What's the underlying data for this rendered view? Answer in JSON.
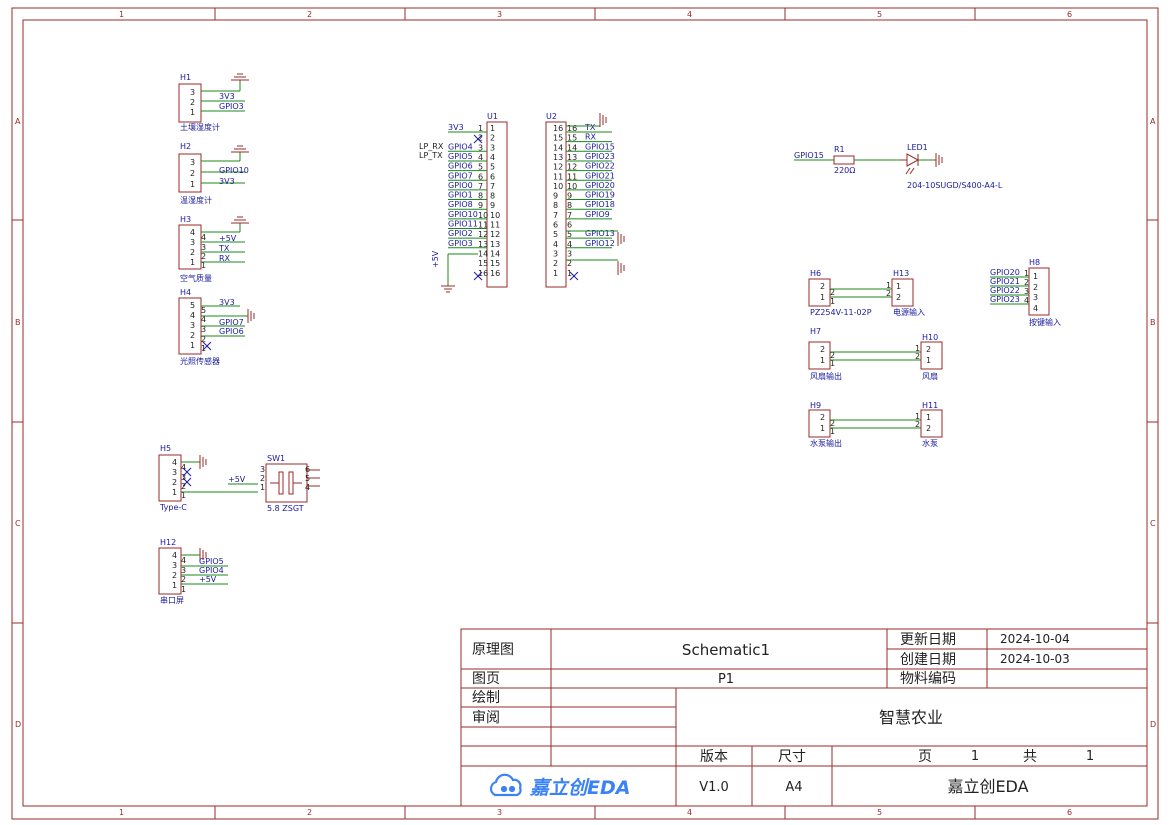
{
  "sheet": {
    "zones_cols": [
      "1",
      "2",
      "3",
      "4",
      "5",
      "6"
    ],
    "zones_rows": [
      "A",
      "B",
      "C",
      "D"
    ]
  },
  "components": {
    "H1": {
      "ref": "H1",
      "label": "土壤湿度计",
      "pins": [
        "3",
        "2",
        "1"
      ],
      "nets": [
        "3V3",
        "GPIO3"
      ]
    },
    "H2": {
      "ref": "H2",
      "label": "温湿度计",
      "pins": [
        "3",
        "2",
        "1"
      ],
      "nets": [
        "GPIO10",
        "3V3"
      ]
    },
    "H3": {
      "ref": "H3",
      "label": "空气质量",
      "pins": [
        "4",
        "3",
        "2",
        "1"
      ],
      "pin_nums": [
        "4",
        "3",
        "2",
        "1"
      ],
      "nets": [
        "+5V",
        "TX",
        "RX"
      ]
    },
    "H4": {
      "ref": "H4",
      "label": "光照传感器",
      "pins": [
        "5",
        "4",
        "3",
        "2",
        "1"
      ],
      "pin_nums": [
        "5",
        "4",
        "3",
        "2",
        "1"
      ],
      "nets": [
        "3V3",
        "GPIO7",
        "GPIO6"
      ]
    },
    "H5": {
      "ref": "H5",
      "label": "Type-C",
      "pins": [
        "4",
        "3",
        "2",
        "1"
      ],
      "pin_nums": [
        "4",
        "3",
        "2",
        "1"
      ],
      "nets": [
        "+5V"
      ]
    },
    "SW1": {
      "ref": "SW1",
      "label": "5.8 ZSGT",
      "left": [
        "3",
        "2",
        "1"
      ],
      "right": [
        "6",
        "5",
        "4"
      ]
    },
    "H12": {
      "ref": "H12",
      "label": "串口屏",
      "pins": [
        "4",
        "3",
        "2",
        "1"
      ],
      "pin_nums": [
        "4",
        "3",
        "2",
        "1"
      ],
      "nets": [
        "GPIO5",
        "GPIO4",
        "+5V"
      ]
    },
    "U1": {
      "ref": "U1",
      "pins": [
        "1",
        "2",
        "3",
        "4",
        "5",
        "6",
        "7",
        "8",
        "9",
        "10",
        "11",
        "12",
        "13",
        "14",
        "15",
        "16"
      ],
      "pin_nums": [
        "1",
        "2",
        "3",
        "4",
        "5",
        "6",
        "7",
        "8",
        "9",
        "10",
        "11",
        "12",
        "13",
        "14",
        "15",
        "16"
      ],
      "nets": [
        "3V3",
        "",
        "GPIO4",
        "GPIO5",
        "GPIO6",
        "GPIO7",
        "GPIO0",
        "GPIO1",
        "GPIO8",
        "GPIO10",
        "GPIO11",
        "GPIO2",
        "GPIO3",
        "",
        "",
        ""
      ],
      "side_labels": [
        "LP_RX",
        "LP_TX"
      ],
      "vlabel": "+5V"
    },
    "U2": {
      "ref": "U2",
      "pins": [
        "16",
        "15",
        "14",
        "13",
        "12",
        "11",
        "10",
        "9",
        "8",
        "7",
        "6",
        "5",
        "4",
        "3",
        "2",
        "1"
      ],
      "pin_nums": [
        "16",
        "15",
        "14",
        "13",
        "12",
        "11",
        "10",
        "9",
        "8",
        "7",
        "6",
        "5",
        "4",
        "3",
        "2",
        "1"
      ],
      "nets": [
        "TX",
        "RX",
        "GPIO15",
        "GPIO23",
        "GPIO22",
        "GPIO21",
        "GPIO20",
        "GPIO19",
        "GPIO18",
        "GPIO9",
        "",
        "GPIO13",
        "GPIO12",
        "",
        "",
        ""
      ]
    },
    "R1": {
      "ref": "R1",
      "value": "220Ω",
      "net": "GPIO15"
    },
    "LED1": {
      "ref": "LED1",
      "value": "204-10SUGD/S400-A4-L"
    },
    "H6": {
      "ref": "H6",
      "label": "PZ254V-11-02P",
      "pins": [
        "2",
        "1"
      ],
      "pin_nums": [
        "2",
        "1"
      ]
    },
    "H13": {
      "ref": "H13",
      "label": "电源输入",
      "pins": [
        "1",
        "2"
      ],
      "pin_nums": [
        "1",
        "2"
      ]
    },
    "H7": {
      "ref": "H7",
      "label": "风扇输出",
      "pins": [
        "2",
        "1"
      ],
      "pin_nums": [
        "2",
        "1"
      ]
    },
    "H10": {
      "ref": "H10",
      "label": "风扇",
      "pins": [
        "2",
        "1"
      ],
      "pin_nums": [
        "1",
        "2"
      ]
    },
    "H9": {
      "ref": "H9",
      "label": "水泵输出",
      "pins": [
        "2",
        "1"
      ],
      "pin_nums": [
        "2",
        "1"
      ]
    },
    "H11": {
      "ref": "H11",
      "label": "水泵",
      "pins": [
        "1",
        "2"
      ],
      "pin_nums": [
        "1",
        "2"
      ]
    },
    "H8": {
      "ref": "H8",
      "label": "按键输入",
      "pins": [
        "1",
        "2",
        "3",
        "4"
      ],
      "pin_nums": [
        "1",
        "2",
        "3",
        "4"
      ],
      "nets": [
        "GPIO20",
        "GPIO21",
        "GPIO22",
        "GPIO23"
      ]
    }
  },
  "title_block": {
    "schematic_label": "原理图",
    "schematic_name": "Schematic1",
    "update_date_label": "更新日期",
    "update_date": "2024-10-04",
    "create_date_label": "创建日期",
    "create_date": "2024-10-03",
    "page_label": "图页",
    "page_value": "P1",
    "part_no_label": "物料编码",
    "drawn_label": "绘制",
    "review_label": "审阅",
    "project_name": "智慧农业",
    "version_label": "版本",
    "size_label": "尺寸",
    "page_text": "页",
    "page_num": "1",
    "total_text": "共",
    "total_num": "1",
    "logo_text": "嘉立创EDA",
    "version": "V1.0",
    "size": "A4",
    "company": "嘉立创EDA"
  }
}
